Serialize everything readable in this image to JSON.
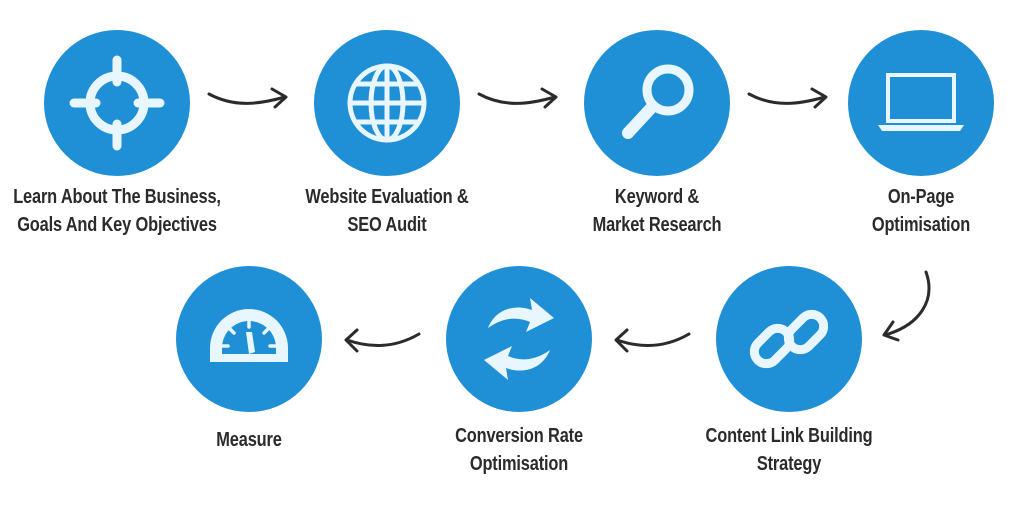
{
  "colors": {
    "circle": "#1f8fd6",
    "icon": "#e8f6ff",
    "arrow": "#2b2b2b",
    "text": "#2b2b2b"
  },
  "steps": [
    {
      "icon": "crosshair-icon",
      "lines": [
        "Learn About The Business,",
        "Goals And Key Objectives"
      ]
    },
    {
      "icon": "globe-icon",
      "lines": [
        "Website Evaluation &",
        "SEO Audit"
      ]
    },
    {
      "icon": "magnifier-icon",
      "lines": [
        "Keyword &",
        "Market Research"
      ]
    },
    {
      "icon": "laptop-icon",
      "lines": [
        "On-Page",
        "Optimisation"
      ]
    },
    {
      "icon": "chain-link-icon",
      "lines": [
        "Content Link Building",
        "Strategy"
      ]
    },
    {
      "icon": "refresh-icon",
      "lines": [
        "Conversion Rate",
        "Optimisation"
      ]
    },
    {
      "icon": "speedometer-icon",
      "lines": [
        "Measure"
      ]
    }
  ]
}
